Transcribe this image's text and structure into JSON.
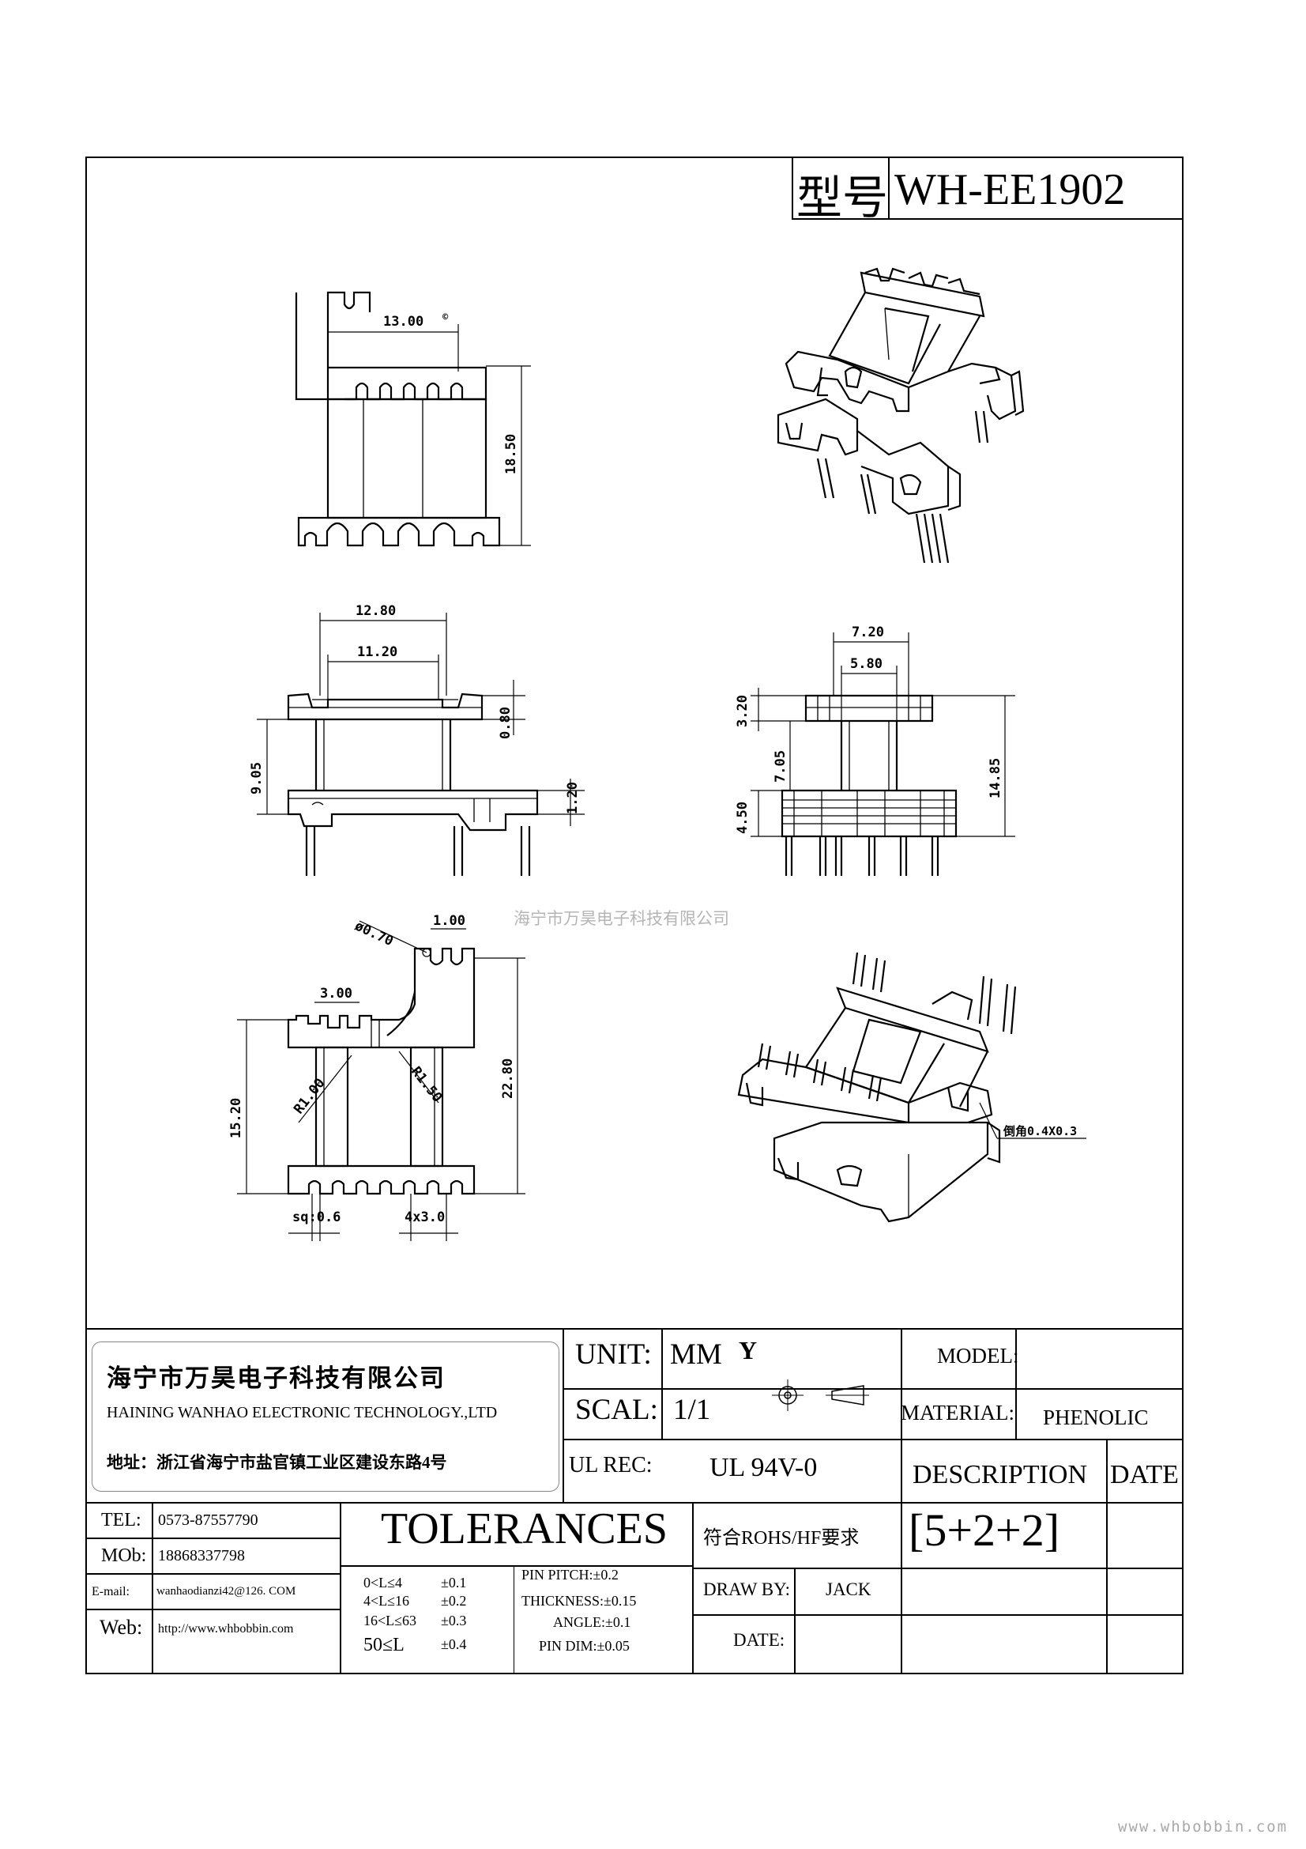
{
  "header": {
    "model_label": "型号",
    "model_value": "WH-EE1902"
  },
  "watermark": "海宁市万昊电子科技有限公司",
  "views": {
    "top": {
      "dim_width": "13.00",
      "dim_height": "18.50"
    },
    "front": {
      "dim_outer": "12.80",
      "dim_inner": "11.20",
      "dim_flange": "0.80",
      "dim_height": "9.05",
      "dim_base": "1.20"
    },
    "side": {
      "dim_outer": "7.20",
      "dim_inner": "5.80",
      "dim_top": "3.20",
      "dim_mid": "7.05",
      "dim_total": "14.85",
      "dim_base": "4.50"
    },
    "bottom": {
      "dim_pin_dia": "ø0.70",
      "dim_slot": "1.00",
      "dim_pitch_top": "3.00",
      "dim_left": "15.20",
      "dim_right": "22.80",
      "dim_r1": "R1.00",
      "dim_r2": "R1.50",
      "dim_sq": "sq:0.6",
      "dim_pitch": "4x3.0"
    },
    "iso_bottom": {
      "callout": "倒角0.4X0.3"
    }
  },
  "company": {
    "name_cn": "海宁市万昊电子科技有限公司",
    "name_en": "HAINING WANHAO ELECTRONIC TECHNOLOGY.,LTD",
    "address": "地址：浙江省海宁市盐官镇工业区建设东路4号"
  },
  "contact": {
    "tel_label": "TEL:",
    "tel": "0573-87557790",
    "mob_label": "MOb:",
    "mob": "18868337798",
    "email_label": "E-mail:",
    "email": "wanhaodianzi42@126. COM",
    "web_label": "Web:",
    "web": "http://www.whbobbin.com"
  },
  "spec": {
    "unit_label": "UNIT:",
    "unit": "MM",
    "y_mark": "Y",
    "scale_label": "SCAL:",
    "scale": "1/1",
    "ul_label": "UL REC:",
    "ul": "UL 94V-0",
    "model_label": "MODEL:",
    "material_label": "MATERIAL:",
    "material": "PHENOLIC",
    "description_label": "DESCRIPTION",
    "date_label": "DATE",
    "rohs": "符合ROHS/HF要求",
    "description_value": "[5+2+2]",
    "draw_by_label": "DRAW BY:",
    "draw_by": "JACK",
    "draw_date_label": "DATE:"
  },
  "tolerances": {
    "title": "TOLERANCES",
    "rows": [
      {
        "range": "0<L≤4",
        "tol": "±0.1"
      },
      {
        "range": "4<L≤16",
        "tol": "±0.2"
      },
      {
        "range": "16<L≤63",
        "tol": "±0.3"
      },
      {
        "range": "50≤L",
        "tol": "±0.4"
      }
    ],
    "pin_pitch": "PIN PITCH:±0.2",
    "thickness": "THICKNESS:±0.15",
    "angle": "ANGLE:±0.1",
    "pin_dim": "PIN DIM:±0.05"
  },
  "footer_url": "www.whbobbin.com"
}
